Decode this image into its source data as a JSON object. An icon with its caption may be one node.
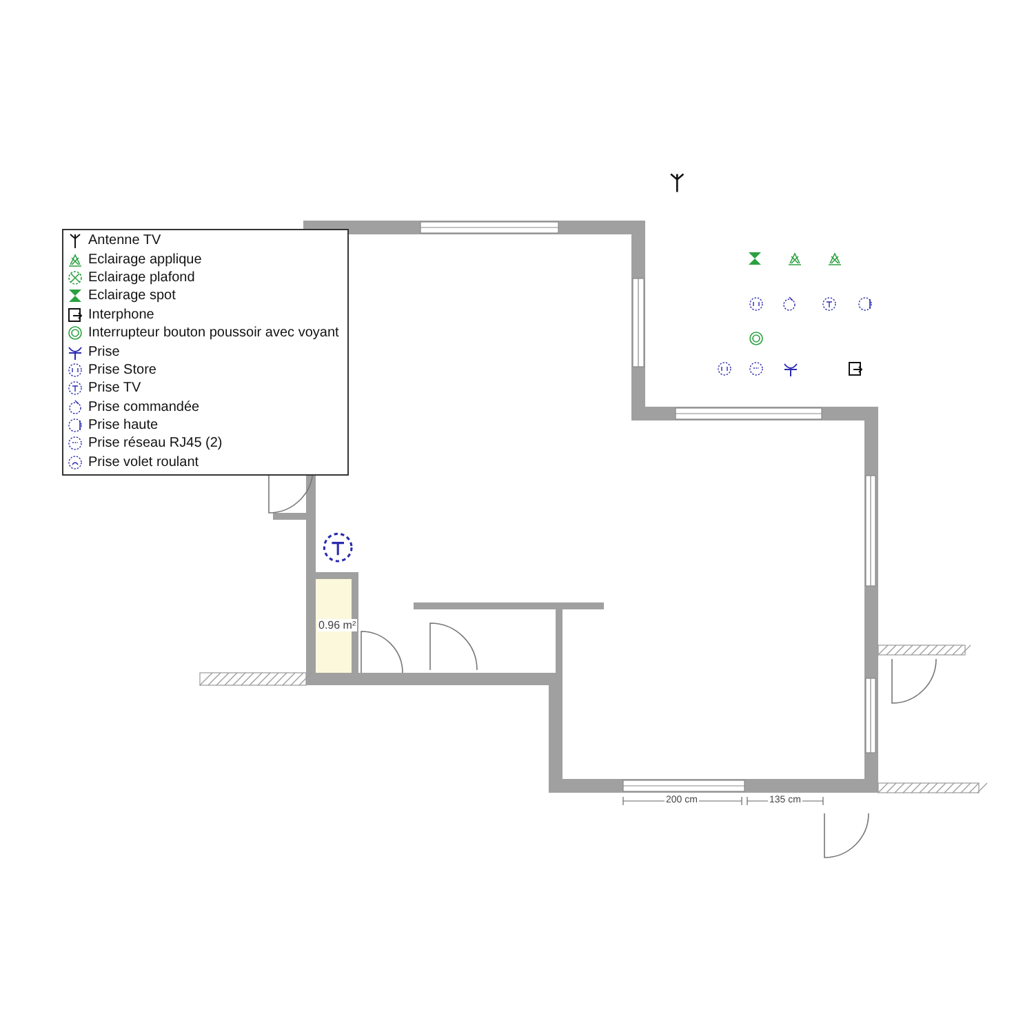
{
  "diagram": {
    "labels": [
      "0.96 m²",
      "200 cm",
      "135 cm"
    ],
    "legend": [
      {
        "text": "Antenne TV"
      },
      {
        "text": "Eclairage applique"
      },
      {
        "text": "Eclairage plafond"
      },
      {
        "text": "Eclairage spot"
      },
      {
        "text": "Interphone"
      },
      {
        "text": "Interrupteur bouton poussoir avec voyant"
      },
      {
        "text": "Prise"
      },
      {
        "text": "Prise Store"
      },
      {
        "text": "Prise TV"
      },
      {
        "text": "Prise commandée"
      },
      {
        "text": "Prise haute"
      },
      {
        "text": "Prise réseau RJ45 (2)"
      },
      {
        "text": "Prise volet roulant"
      }
    ]
  }
}
